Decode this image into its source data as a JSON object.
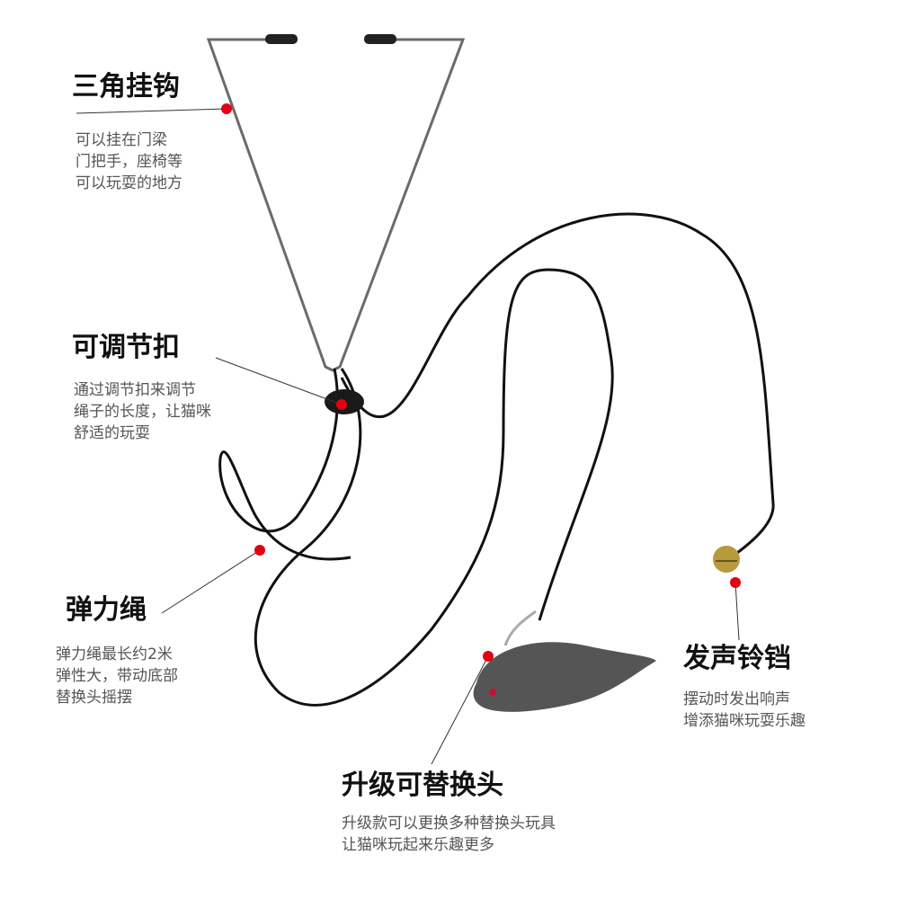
{
  "callouts": [
    {
      "title": "三角挂钩",
      "lines": [
        "可以挂在门梁",
        "门把手，座椅等",
        "可以玩耍的地方"
      ]
    },
    {
      "title": "可调节扣",
      "lines": [
        "通过调节扣来调节",
        "绳子的长度，让猫咪",
        "舒适的玩耍"
      ]
    },
    {
      "title": "弹力绳",
      "lines": [
        "弹力绳最长约2米",
        "弹性大，带动底部",
        "替换头摇摆"
      ]
    },
    {
      "title": "发声铃铛",
      "lines": [
        "摆动时发出响声",
        "增添猫咪玩耍乐趣"
      ]
    },
    {
      "title": "升级可替换头",
      "lines": [
        "升级款可以更换多种替换头玩具",
        "让猫咪玩起来乐趣更多"
      ]
    }
  ],
  "colors": {
    "marker": "#e60012",
    "cord": "#111111",
    "hook": "#6b6b6b",
    "bell": "#b79a3a",
    "fur": "#555555"
  }
}
